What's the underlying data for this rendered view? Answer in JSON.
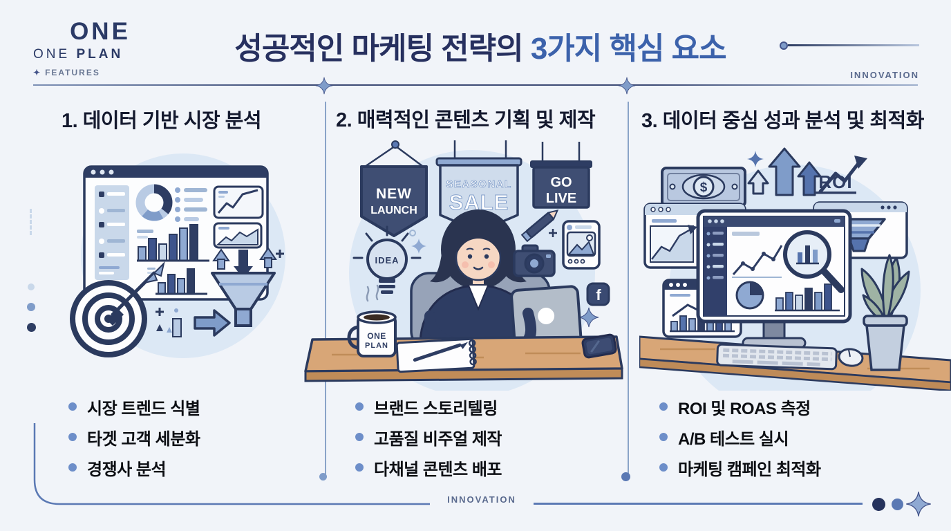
{
  "palette": {
    "background": "#f1f4f9",
    "navy_outline": "#2b3a5e",
    "dark_navy": "#2e3d63",
    "title_navy": "#27305f",
    "title_accent_blue": "#3c62ab",
    "mid_blue": "#7f9cc9",
    "steel_blue": "#8fa9d2",
    "pale_blue": "#c9d8ea",
    "circle_blue": "#dce8f5",
    "banner_navy": "#3f4e73",
    "wood": "#d8a677",
    "wood_dark": "#bf8b58",
    "bullet_dot": "#6d8ec9"
  },
  "brand": {
    "logo_mark": "ONE",
    "logo_name_light": "ONE",
    "logo_name_bold": "PLAN",
    "features_icon": "✦",
    "features_label": "FEATURES"
  },
  "header": {
    "title_main": "성공적인 마케팅 전략의 ",
    "title_accent": "3가지 핵심 요소",
    "innovation_label": "INNOVATION"
  },
  "columns": [
    {
      "heading": "1. 데이터 기반 시장 분석",
      "bullets": [
        "시장 트렌드 식별",
        "타겟 고객 세분화",
        "경쟁사 분석"
      ]
    },
    {
      "heading": "2. 매력적인 콘텐츠 기획 및 제작",
      "bullets": [
        "브랜드 스토리텔링",
        "고품질 비주얼 제작",
        "다채널 콘텐츠 배포"
      ],
      "illustration": {
        "banner_new_line1": "NEW",
        "banner_new_line2": "LAUNCH",
        "banner_seasonal_line1": "SEASONAL",
        "banner_seasonal_line2": "SALE",
        "banner_golive_line1": "GO",
        "banner_golive_line2": "LIVE",
        "idea_label": "IDEA",
        "mug_line1": "ONE",
        "mug_line2": "PLAN",
        "facebook_icon": "f"
      }
    },
    {
      "heading": "3. 데이터 중심 성과 분석 및 최적화",
      "bullets": [
        "ROI 및 ROAS 측정",
        "A/B 테스트 실시",
        "마케팅 캠페인 최적화"
      ],
      "illustration": {
        "roi_label": "ROI",
        "dollar_sign": "$"
      }
    }
  ],
  "footer": {
    "innovation_label": "INNOVATION"
  }
}
